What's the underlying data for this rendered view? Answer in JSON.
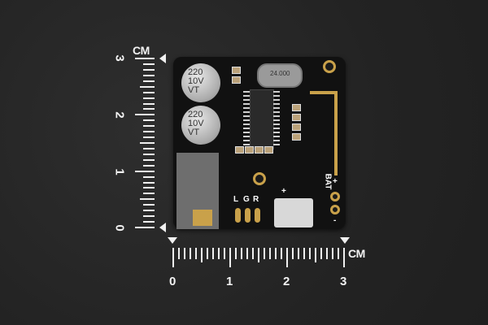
{
  "image": {
    "description": "Product photo of a small black Bluetooth audio receiver PCB on a dark textured background, with centimeter rulers on the left and bottom edges",
    "background_color": "#252525"
  },
  "ruler_vertical": {
    "unit_label": "CM",
    "labels": [
      "3",
      "2",
      "1",
      "0"
    ]
  },
  "ruler_horizontal": {
    "unit_label": "CM",
    "labels": [
      "0",
      "1",
      "2",
      "3"
    ]
  },
  "board": {
    "color": "#111111",
    "capacitors": [
      {
        "lines": [
          "220",
          "10V",
          "VT"
        ]
      },
      {
        "lines": [
          "220",
          "10V",
          "VT"
        ]
      }
    ],
    "crystal_marking": "24.000",
    "audio_pins": [
      "L",
      "G",
      "R"
    ],
    "usb_plus": "+",
    "battery_label": "BAT",
    "battery_plus": "+",
    "battery_minus": "-"
  }
}
